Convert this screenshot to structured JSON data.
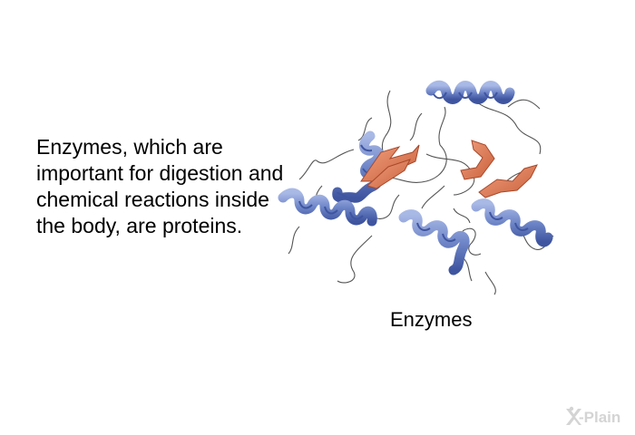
{
  "body_text": "Enzymes, which are important for digestion and chemical reactions inside the body, are proteins.",
  "caption": "Enzymes",
  "logo_text": "-Plain",
  "illustration_icon": "protein-structure-illustration",
  "colors": {
    "helix": "#6f86c8",
    "helix_dark": "#3f55a0",
    "sheet": "#e07a56",
    "sheet_dark": "#b5532f",
    "coil": "#555555",
    "logo": "#d4d4d4"
  }
}
